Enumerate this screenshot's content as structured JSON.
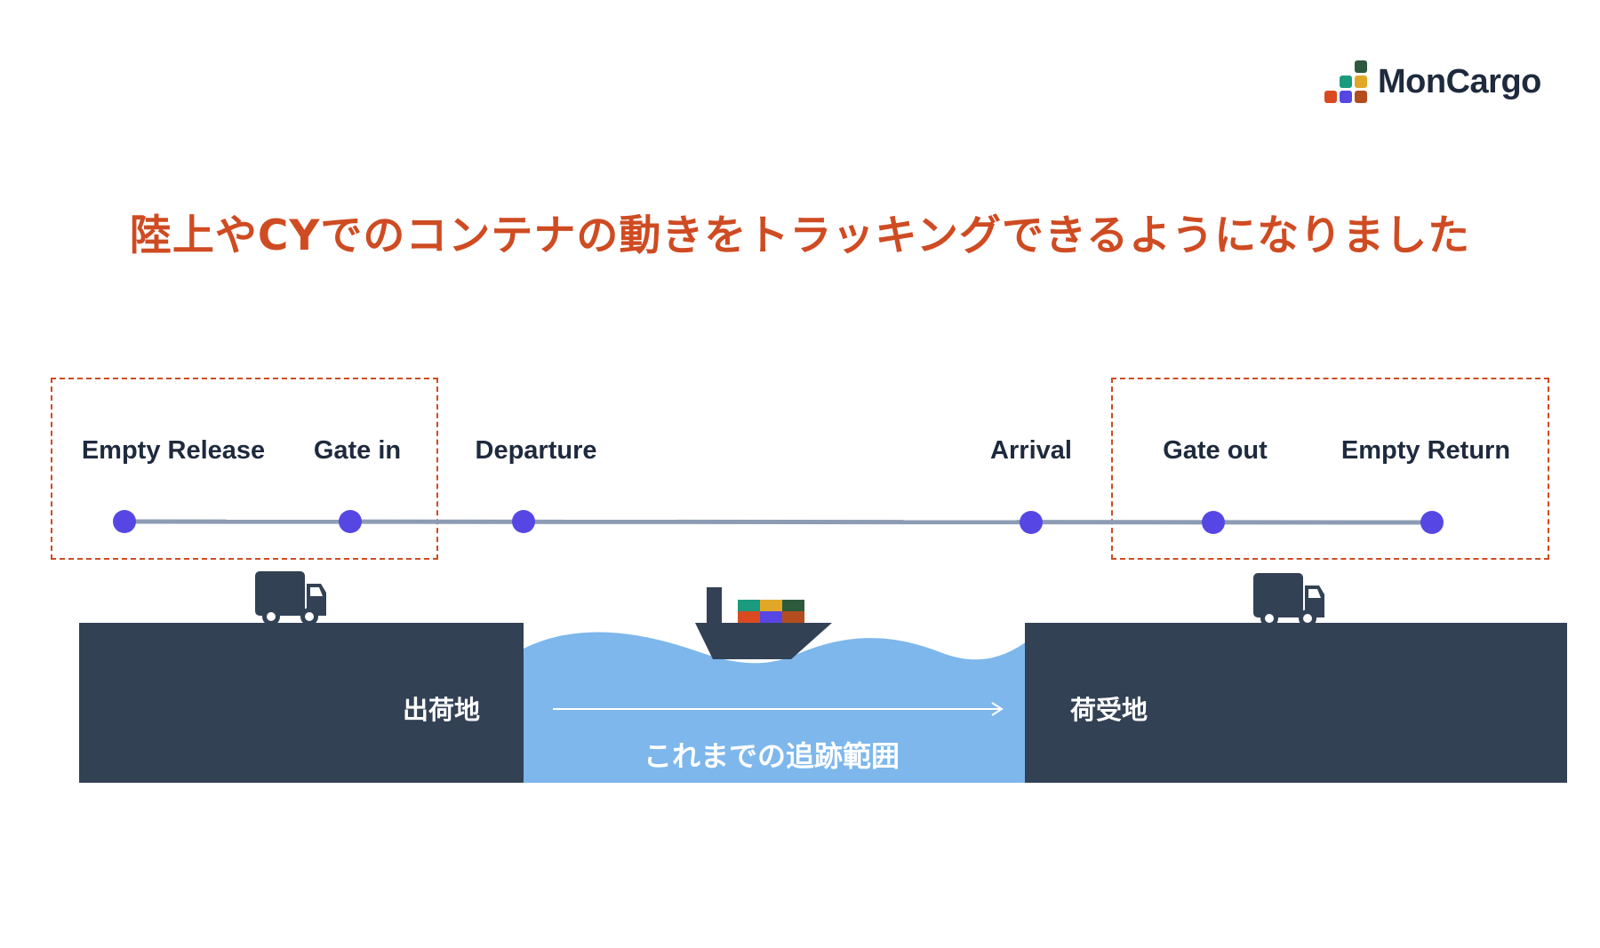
{
  "brand": {
    "name": "MonCargo",
    "logo_colors": [
      "#2d5a3d",
      "#1a9b7e",
      "#e1a727",
      "#d94a21",
      "#5647e4",
      "#b34c1e"
    ]
  },
  "headline": "陸上やCYでのコンテナの動きをトラッキングできるようになりました",
  "milestones": [
    {
      "label": "Empty Release"
    },
    {
      "label": "Gate in"
    },
    {
      "label": "Departure"
    },
    {
      "label": "Arrival"
    },
    {
      "label": "Gate out"
    },
    {
      "label": "Empty Return"
    }
  ],
  "places": {
    "origin": "出荷地",
    "destination": "荷受地"
  },
  "tracking_range": "これまでの追跡範囲",
  "colors": {
    "accent": "#cf4b22",
    "dot": "#5647e4",
    "track_line": "#8d9bb3",
    "land": "#334155",
    "sea": "#7db7ec",
    "text_dark": "#1e2a3d"
  },
  "icons": [
    "truck-icon",
    "ship-icon",
    "arrow-right-icon",
    "logo-icon"
  ]
}
